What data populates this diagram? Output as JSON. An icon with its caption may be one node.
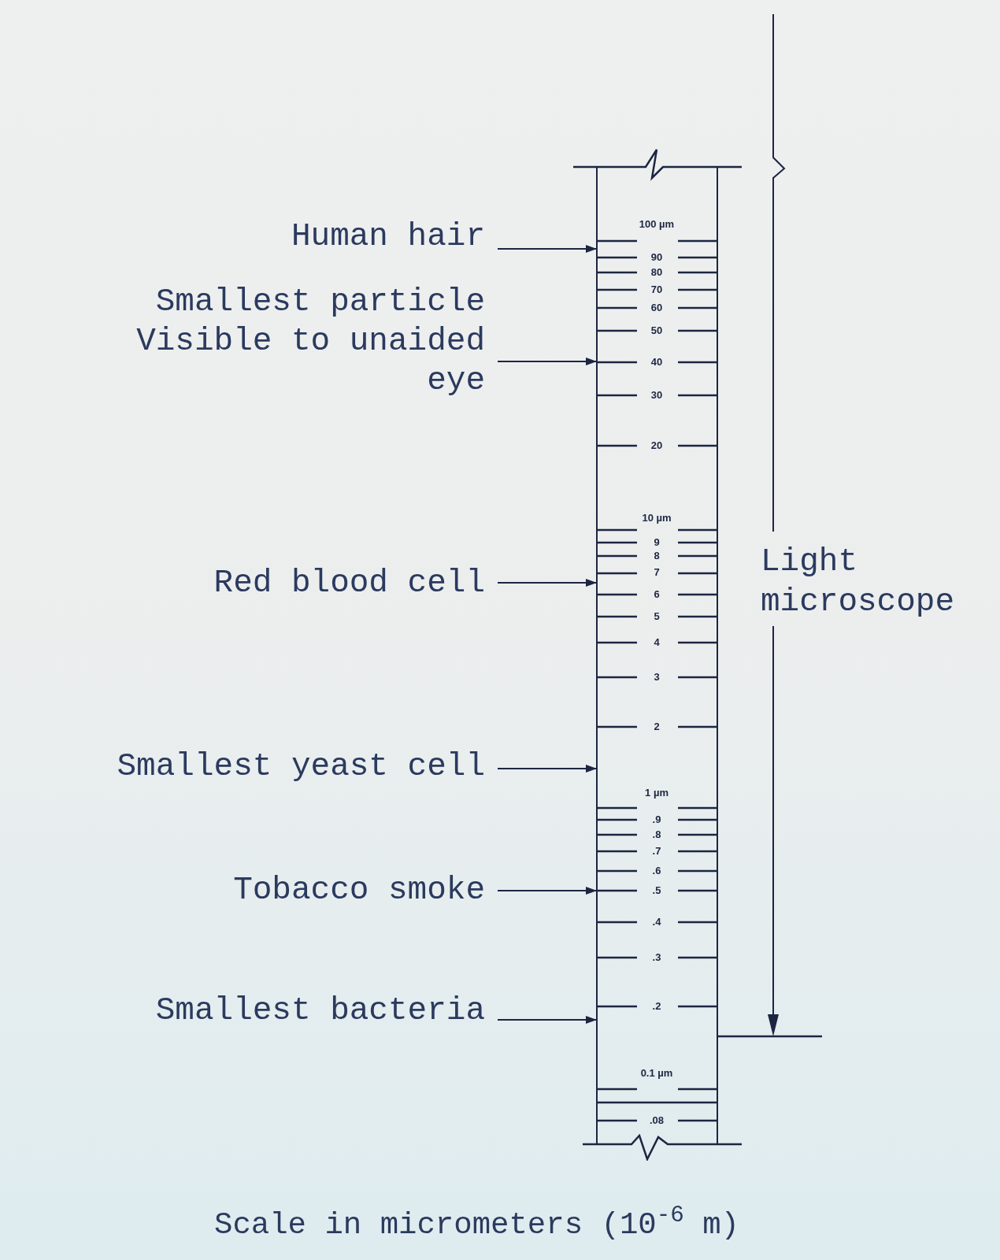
{
  "diagram": {
    "caption": "Scale in micrometers (10$^{-6}$ m)",
    "nodes": [
      {
        "text": [],
        "shape": "box"
      },
      {
        "text": [
          "Human hair"
        ]
      },
      {
        "text": [
          "Smallest particle Visible to unaided eye"
        ]
      },
      {
        "text": [
          "Red blood cell"
        ]
      },
      {
        "text": [
          "Smallest yeast cell"
        ]
      },
      {
        "text": [
          "Tobacco smoke"
        ]
      },
      {
        "text": [
          "Smallest bacteria"
        ]
      }
    ],
    "edges": [
      {
        "from": 1,
        "to": 0,
        "arrow": "to"
      },
      {
        "from": 2,
        "to": 0,
        "arrow": "to"
      },
      {
        "from": 3,
        "to": 0,
        "arrow": "to"
      },
      {
        "from": 4,
        "to": 0,
        "arrow": "to"
      },
      {
        "from": 5,
        "to": 0,
        "arrow": "to"
      },
      {
        "from": 6,
        "to": 0,
        "arrow": "to"
      }
    ],
    "labels": [
      "100 µm",
      "90",
      "80",
      "70",
      "60",
      "50",
      "40",
      "30",
      "20",
      "10 µm",
      "9",
      "8",
      "7",
      "6",
      "5",
      "4",
      "3",
      "2",
      "1 µm",
      ".9",
      ".8",
      ".7",
      ".6",
      ".5",
      ".4",
      ".3",
      ".2",
      "0.1 µm",
      ".08",
      "Light microscope"
    ]
  }
}
